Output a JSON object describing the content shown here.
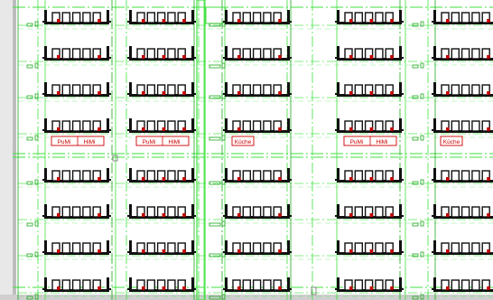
{
  "colors": {
    "background": "#ffffff",
    "frame": "#d4d4d4",
    "bench": "#111111",
    "seat_marker": "#c40000",
    "guide": "#3fe23f",
    "guide_dark": "#1fa81f",
    "label": "#cc0000"
  },
  "plan": {
    "column_groups": 5,
    "rows": 8,
    "seats_per_bench": 5,
    "room_labels": [
      {
        "group": 0,
        "labels": [
          "PuMi",
          "HiMi"
        ]
      },
      {
        "group": 1,
        "labels": [
          "PuMi",
          "HiMi"
        ]
      },
      {
        "group": 2,
        "labels": [
          "Küche"
        ]
      },
      {
        "group": 3,
        "labels": [
          "PuMi",
          "HiMi"
        ]
      },
      {
        "group": 4,
        "labels": [
          "Küche"
        ]
      }
    ]
  }
}
